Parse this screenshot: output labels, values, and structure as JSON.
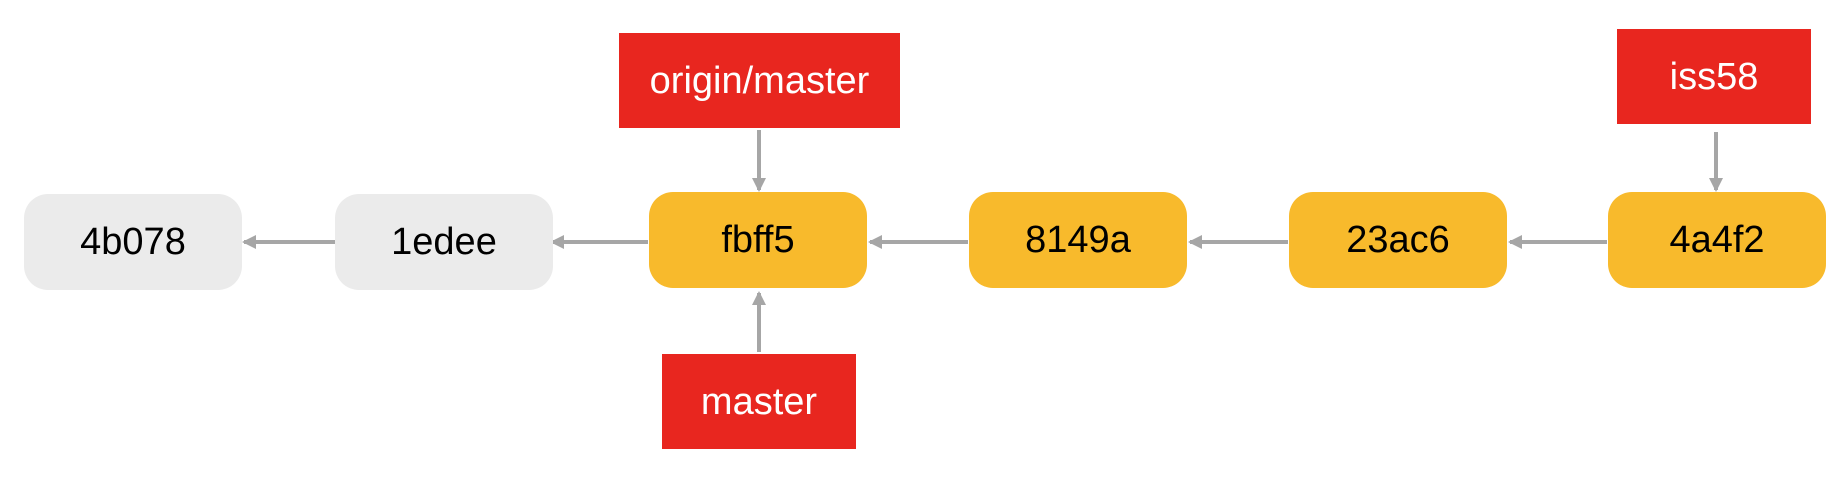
{
  "diagram": {
    "colors": {
      "old_commit": "#EBEBEB",
      "active_commit": "#F8BA2C",
      "ref": "#E8261F",
      "arrow": "#A6A6A6"
    },
    "commits": [
      {
        "id": "4b078",
        "style": "old"
      },
      {
        "id": "1edee",
        "style": "old"
      },
      {
        "id": "fbff5",
        "style": "active"
      },
      {
        "id": "8149a",
        "style": "active"
      },
      {
        "id": "23ac6",
        "style": "active"
      },
      {
        "id": "4a4f2",
        "style": "active"
      }
    ],
    "refs": [
      {
        "label": "origin/master",
        "points_to": "fbff5"
      },
      {
        "label": "master",
        "points_to": "fbff5"
      },
      {
        "label": "iss58",
        "points_to": "4a4f2"
      }
    ]
  }
}
